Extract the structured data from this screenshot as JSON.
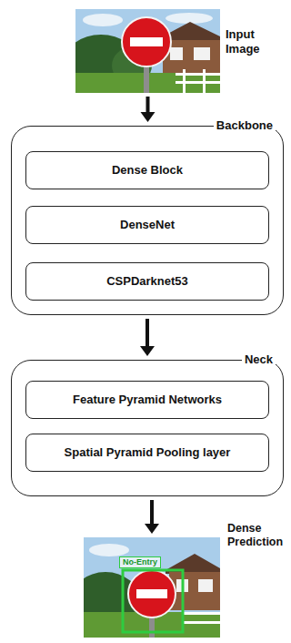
{
  "diagram": {
    "nodes": [
      {
        "text": [
          "Input Image"
        ]
      },
      {
        "text": [
          "Backbone"
        ]
      },
      {
        "text": [
          "Dense Block"
        ],
        "in": 1
      },
      {
        "text": [
          "DenseNet"
        ],
        "in": 1
      },
      {
        "text": [
          "CSPDarknet53"
        ],
        "in": 1
      },
      {
        "text": [
          "Neck"
        ]
      },
      {
        "text": [
          "Feature Pyramid Networks"
        ],
        "in": 5
      },
      {
        "text": [
          "Spatial Pyramid Pooling layer"
        ],
        "in": 5
      },
      {
        "text": [
          "Dense Prediction"
        ]
      }
    ],
    "edges": [
      {
        "from": 0,
        "to": 1,
        "arrow": "to"
      },
      {
        "from": 1,
        "to": 5,
        "arrow": "to"
      },
      {
        "from": 5,
        "to": 8,
        "arrow": "to"
      }
    ],
    "labels": [
      "No-Entry"
    ]
  }
}
